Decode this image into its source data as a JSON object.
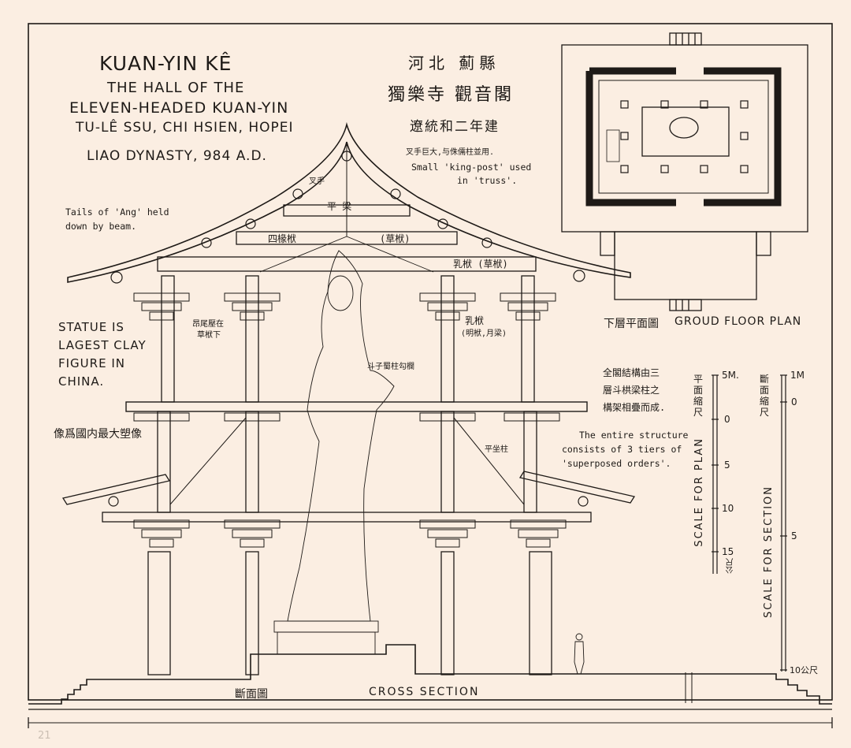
{
  "title": {
    "line1": "KUAN-YIN KÊ",
    "line2": "THE HALL OF THE",
    "line3": "ELEVEN-HEADED KUAN-YIN",
    "line4": "TU-LÊ SSU, CHI HSIEN, HOPEI",
    "line5": "LIAO DYNASTY, 984 A.D."
  },
  "chinese_title": {
    "line1": "河北 薊縣",
    "line2": "獨樂寺 觀音閣",
    "line3": "遼統和二年建"
  },
  "annotations": {
    "king_post_cn": "叉手巨大,与侏儒柱並用.",
    "king_post_line1": "Small 'king-post' used",
    "king_post_line2": "in 'truss'.",
    "ang_line1": "Tails of 'Ang' held",
    "ang_line2": "down by beam.",
    "statue_note": "STATUE IS LAGEST CLAY FIGURE IN CHINA.",
    "statue_cn": "像爲國内最大塑像",
    "tiers_cn_line1": "全閣結構由三",
    "tiers_cn_line2": "層斗栱梁柱之",
    "tiers_cn_line3": "構架相疊而成.",
    "tiers_line1": "The entire structure",
    "tiers_line2": "consists of 3 tiers of",
    "tiers_line3": "'superposed orders'.",
    "beam_top": "平  梁",
    "beam_4": "四椽栿",
    "beam_cao1": "(草栿)",
    "beam_ru": "乳栿 (草栿)",
    "beam_ming": "乳栿",
    "beam_ming2": "(明栿,月梁)",
    "ang_cn": "昂尾壓在",
    "ang_cn2": "草栿下",
    "railing_cn": "斗子蜀柱勾欄",
    "column_cn": "平坐柱",
    "chashou": "叉手"
  },
  "plan": {
    "label_cn": "下層平面圖",
    "label_en": "GROUD FLOOR PLAN"
  },
  "section": {
    "label_cn": "斷面圖",
    "label_en": "CROSS SECTION"
  },
  "scale_plan": {
    "label_en": "SCALE FOR PLAN",
    "label_cn": "平面縮尺",
    "ticks": [
      "5M.",
      "0",
      "5",
      "10",
      "15"
    ],
    "end_unit": "公尺"
  },
  "scale_section": {
    "label_en": "SCALE FOR SECTION",
    "label_cn": "斷面縮尺",
    "ticks": [
      "1M",
      "0",
      "5",
      "10公尺"
    ]
  },
  "page_mark": "21",
  "colors": {
    "paper": "#fbeee2",
    "ink": "#1e1a17"
  }
}
